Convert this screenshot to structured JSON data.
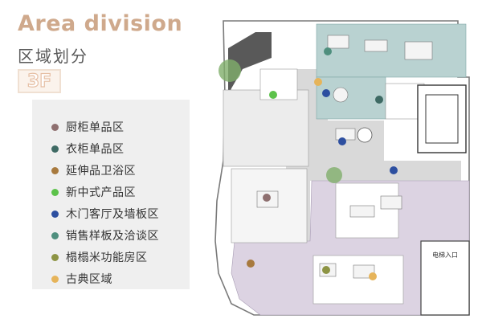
{
  "header": {
    "title_en": "Area division",
    "title_cn": "区域划分",
    "floor": "3F"
  },
  "legend": {
    "items": [
      {
        "label": "厨柜单品区",
        "color": "#8e6f6f"
      },
      {
        "label": "衣柜单品区",
        "color": "#3e6a64"
      },
      {
        "label": "延伸品卫浴区",
        "color": "#a87a3e"
      },
      {
        "label": "新中式产品区",
        "color": "#5cc24a"
      },
      {
        "label": "木门客厅及墙板区",
        "color": "#2d4fa0"
      },
      {
        "label": "销售样板及洽谈区",
        "color": "#4f8f7e"
      },
      {
        "label": "榻榻米功能房区",
        "color": "#8d9444"
      },
      {
        "label": "古典区域",
        "color": "#e6b45a"
      }
    ]
  },
  "plan": {
    "elevator_label": "电梯入口"
  }
}
